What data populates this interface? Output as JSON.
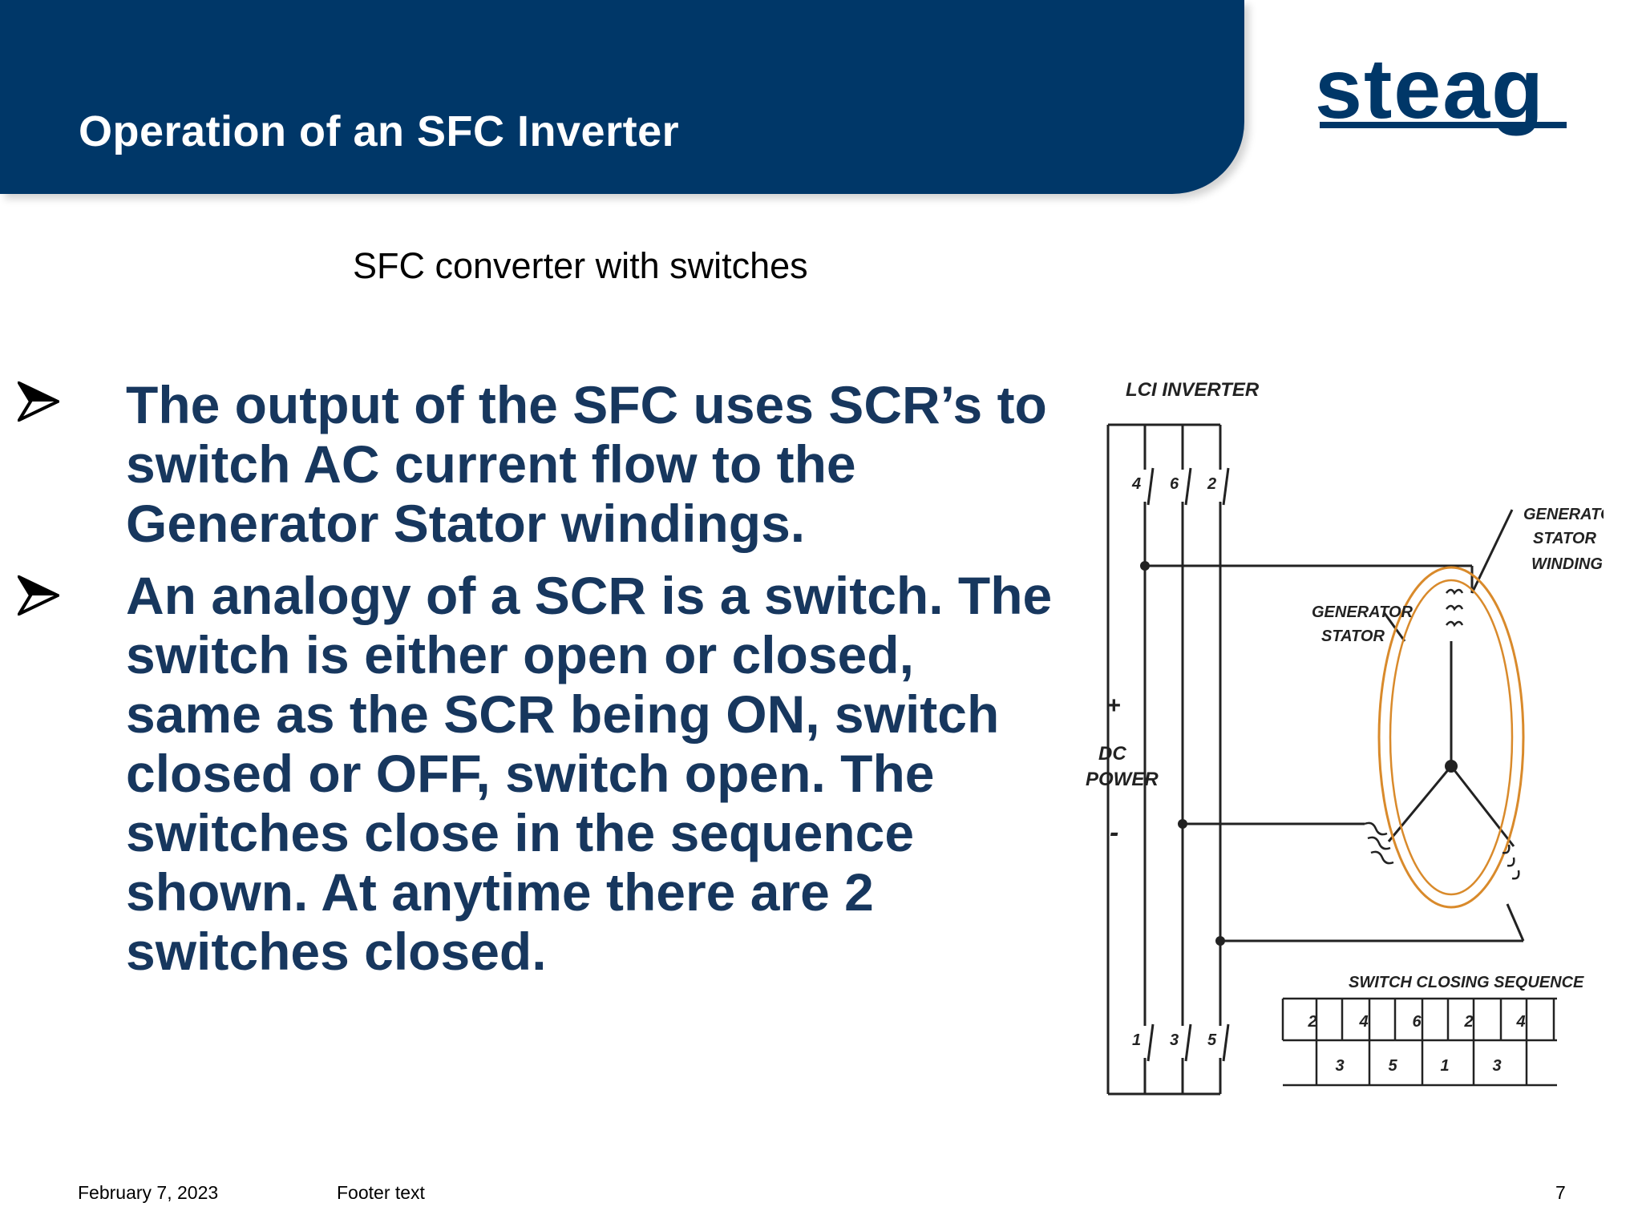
{
  "header": {
    "title": "Operation of an SFC Inverter"
  },
  "logo": {
    "text": "steag"
  },
  "subtitle": "SFC converter with switches",
  "bullets": [
    {
      "marker": "arrow-bullet-icon",
      "text": "The output of the SFC uses SCR’s to switch AC current flow to the Generator Stator windings."
    },
    {
      "marker": "arrow-bullet-icon",
      "text": " An analogy of a SCR is a switch. The switch is either open or closed, same as the SCR being ON, switch closed or OFF, switch open. The switches close in the sequence shown. At anytime there are 2 switches closed."
    }
  ],
  "diagram": {
    "inverter_label": "LCI INVERTER",
    "plus": "+",
    "minus": "-",
    "dc_label_1": "DC",
    "dc_label_2": "POWER",
    "top_switches": [
      "4",
      "6",
      "2"
    ],
    "bottom_switches": [
      "1",
      "3",
      "5"
    ],
    "stator_label_1": "GENERATOR",
    "stator_label_2": "STATOR",
    "winding_label_1": "GENERATOR",
    "winding_label_2": "STATOR",
    "winding_label_3": "WINDING",
    "sequence_title": "SWITCH CLOSING SEQUENCE",
    "sequence_top": [
      "2",
      "4",
      "6",
      "2",
      "4"
    ],
    "sequence_bottom": [
      "3",
      "5",
      "1",
      "3"
    ],
    "colors": {
      "line": "#222222",
      "ring": "#d98a2b"
    }
  },
  "footer": {
    "date": "February 7, 2023",
    "text": "Footer text",
    "page": "7"
  }
}
